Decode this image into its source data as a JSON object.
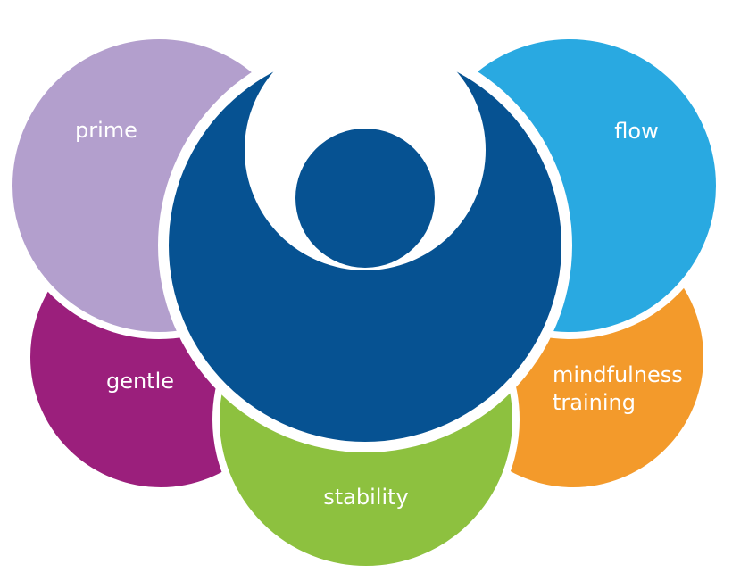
{
  "colors": {
    "background": "#ffffff",
    "prime": "#b39fcd",
    "gentle": "#9b1f7c",
    "stability": "#8dc13f",
    "mindfulness": "#f39a2b",
    "flow": "#29a9e1",
    "center": "#065292",
    "ring": "#ffffff"
  },
  "petals": {
    "prime": {
      "label": "prime"
    },
    "gentle": {
      "label": "gentle"
    },
    "stability": {
      "label": "stability"
    },
    "mindfulness": {
      "label_line1": "mindfulness",
      "label_line2": "training"
    },
    "flow": {
      "label": "flow"
    }
  },
  "center": {
    "icon": "person-figure-icon"
  }
}
